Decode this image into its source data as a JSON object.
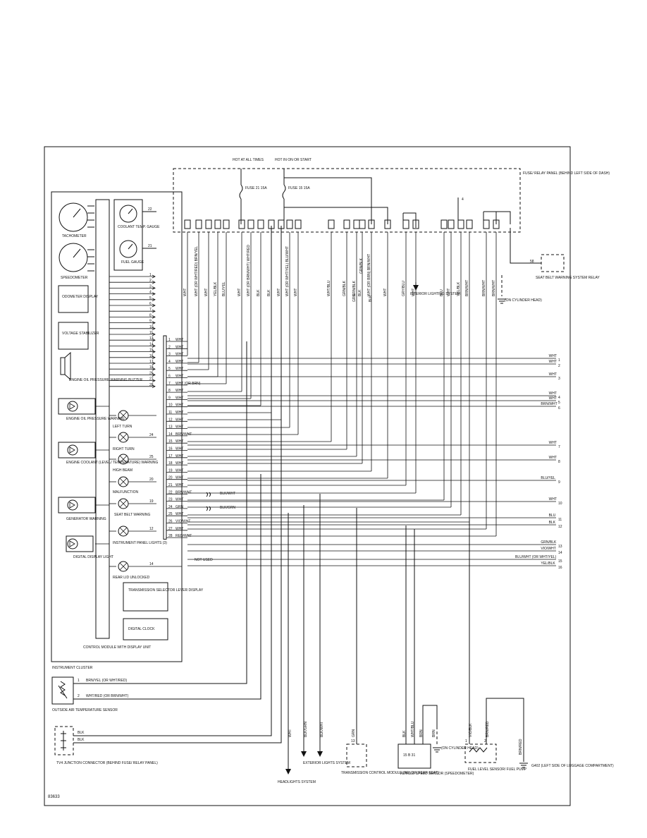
{
  "figure_id": "83633",
  "power": {
    "hot_always": "HOT AT ALL TIMES",
    "hot_on_start": "HOT IN ON OR START",
    "fuse_21": "FUSE 21 15A",
    "fuse_15": "FUSE 15 15A",
    "fuse_panel": "FUSE/ RELAY PANEL (BEHIND LEFT SIDE OF DASH)",
    "tap_4": "4"
  },
  "cluster": {
    "tachometer": "TACHOMETER",
    "speedometer": "SPEEDOMETER",
    "coolant_gauge": "COOLANT TEMP. GAUGE",
    "fuel_gauge": "FUEL GAUGE",
    "odometer": "ODOMETER DISPLAY",
    "voltage": "VOLTAGE STABILIZER",
    "buzzer": "ENGINE OIL PRESSURE WARNING BUZZER",
    "oil_warning": "ENGINE OIL PRESSURE WARNING",
    "coolant_warning": "ENGINE COOLANT (LEVEL/ TEMPERATURE) WARNING",
    "generator": "GENERATOR WARNING",
    "display_light": "DIGITAL DISPLAY LIGHT",
    "left_turn": "LEFT TURN",
    "right_turn": "RIGHT TURN",
    "high_beam": "HIGH BEAM",
    "malfunction": "MALFUNCTION",
    "seat_belt": "SEAT BELT WARNING",
    "panel_lights": "INSTRUMENT PANEL LIGHTS (3)",
    "rear_lid": "REAR LID UNLOCKED",
    "transmission": "TRANSMISSION SELECTOR LEVER DISPLAY",
    "clock": "DIGITAL CLOCK",
    "control_module": "CONTROL MODULE WITH DISPLAY UNIT",
    "instrument_cluster": "INSTRUMENT CLUSTER"
  },
  "pins_left": [
    "1",
    "2",
    "3",
    "4",
    "5",
    "6",
    "7",
    "8",
    "9",
    "10",
    "11",
    "13",
    "14",
    "15",
    "16",
    "17",
    "18",
    "26",
    "27",
    "28"
  ],
  "pins_gauge": [
    "22",
    "21"
  ],
  "pins_lamps": [
    "24",
    "25",
    "20",
    "19",
    "12",
    "14"
  ],
  "connector_rows": [
    {
      "pin": "1",
      "wire": "WHT"
    },
    {
      "pin": "2",
      "wire": "WHT"
    },
    {
      "pin": "3",
      "wire": "WHT"
    },
    {
      "pin": "4",
      "wire": "WHT"
    },
    {
      "pin": "5",
      "wire": "WHT"
    },
    {
      "pin": "6",
      "wire": "WHT"
    },
    {
      "pin": "7",
      "wire": "WHT (OR BRN)"
    },
    {
      "pin": "8",
      "wire": "WHT"
    },
    {
      "pin": "9",
      "wire": "WHT"
    },
    {
      "pin": "10",
      "wire": "WHT"
    },
    {
      "pin": "11",
      "wire": "WHT"
    },
    {
      "pin": "12",
      "wire": "WHT"
    },
    {
      "pin": "13",
      "wire": "WHT"
    },
    {
      "pin": "14",
      "wire": "BRN/WHT"
    },
    {
      "pin": "15",
      "wire": "WHT"
    },
    {
      "pin": "16",
      "wire": "WHT"
    },
    {
      "pin": "17",
      "wire": "WHT"
    },
    {
      "pin": "18",
      "wire": "WHT"
    },
    {
      "pin": "19",
      "wire": "WHT"
    },
    {
      "pin": "20",
      "wire": "WHT"
    },
    {
      "pin": "21",
      "wire": "WHT"
    },
    {
      "pin": "22",
      "wire": "BRN/WHT"
    },
    {
      "pin": "23",
      "wire": "WHT"
    },
    {
      "pin": "24",
      "wire": "GRN"
    },
    {
      "pin": "25",
      "wire": "WHT"
    },
    {
      "pin": "26",
      "wire": "VIO/WHT"
    },
    {
      "pin": "27",
      "wire": "WHT"
    },
    {
      "pin": "28",
      "wire": "RED/WHT"
    }
  ],
  "splice_labels": {
    "a": "BLK/WHT",
    "b": "BLK/GRN"
  },
  "not_used": "NOT USED",
  "right_wires": [
    {
      "wire": "WHT",
      "num": "1"
    },
    {
      "wire": "WHT",
      "num": "2"
    },
    {
      "wire": "WHT",
      "num": "3"
    },
    {
      "wire": "WHT",
      "num": "4"
    },
    {
      "wire": "WHT",
      "num": "5"
    },
    {
      "wire": "BRN/WHT",
      "num": "6"
    },
    {
      "wire": "WHT",
      "num": "7"
    },
    {
      "wire": "WHT",
      "num": "8"
    },
    {
      "wire": "BLU/YEL",
      "num": "9"
    },
    {
      "wire": "WHT",
      "num": "10"
    },
    {
      "wire": "BLU",
      "num": "11"
    },
    {
      "wire": "BLK",
      "num": "12"
    },
    {
      "wire": "GRN/BLK",
      "num": "13"
    },
    {
      "wire": "VIO/WHT",
      "num": "14"
    },
    {
      "wire": "BLU/WHT (OR WHT/YEL)",
      "num": "15"
    },
    {
      "wire": "YEL/BLK",
      "num": "16"
    }
  ],
  "vertical_wires": [
    "WHT",
    "WHT (OR WHT/RED) BRN/YEL",
    "WHT",
    "YEL/BLK",
    "BLU/YEL",
    "WHT",
    "WHT (OR BRN/WHT) WHT/RED",
    "BLK",
    "BLK",
    "WHT",
    "WHT (OR WHT/YEL) BLU/WHT",
    "WHT",
    "WHT/BLU",
    "GRN/BLK",
    "GRN/BLK",
    "BLK",
    "WHT (OR BRN) BRN/WHT",
    "WHT",
    "GRY/BLU",
    "WHT",
    "BLU",
    "WHT",
    "YEL/BLK",
    "BRN/WHT",
    "BRN/WHT",
    "BRN/WHT"
  ],
  "grn_blk_labels": {
    "grn": "GRN",
    "blk": "BLK",
    "cgrn": "GRN/BLK"
  },
  "interior": "INTERIOR LIGHTING SYSTEM",
  "ground_head": "(ON CYLINDER HEAD)",
  "seat_belt_relay": "SEAT BELT WARNING SYSTEM RELAY",
  "relay_pin": "58",
  "outside_air": {
    "label": "OUTSIDE AIR TEMPERATURE SENSOR",
    "w1": "BRN/YEL (OR WHT/RED)",
    "w2": "WHT/RED (OR BRN/WHT)",
    "p1": "1",
    "p2": "2"
  },
  "junction": {
    "label": "TV4 JUNCTION CONNECTOR (BEHIND FUSE/ RELAY PANEL)",
    "w1": "BLK",
    "w2": "BLK"
  },
  "bottom": {
    "headlights": "HEADLIGHTS SYSTEM",
    "exterior": "EXTERIOR LIGHTS SYSTEM",
    "tcm": "TRANSMISSION CONTROL MODULE (BELOW REAR SEAT)",
    "vss": "VEHICLE SPEED SENSOR (SPEEDOMETER)",
    "vss_ground": "(ON CYLINDER HEAD)",
    "fuel": "FUEL LEVEL SENSOR/ FUEL PUMP",
    "g402": "G402 (LEFT SIDE OF LUGGAGE COMPARTMENT)",
    "vss_pins": "15  B  31",
    "hl_wire": "WHT",
    "ext_wire1": "BLK/GRN",
    "ext_wire2": "BLK/WHT",
    "tcm_wire": "GRN",
    "vss_w1": "BLK",
    "vss_w2": "WHT/BLU",
    "vss_w3": "BRN",
    "vss_w4": "BRN",
    "fuel_w1": "VIO/BLK",
    "fuel_w2": "BRN/RED",
    "g_wire": "BRN/RED",
    "tcm_pin": "13",
    "fuel_p1": "1",
    "fuel_p2": "2"
  }
}
